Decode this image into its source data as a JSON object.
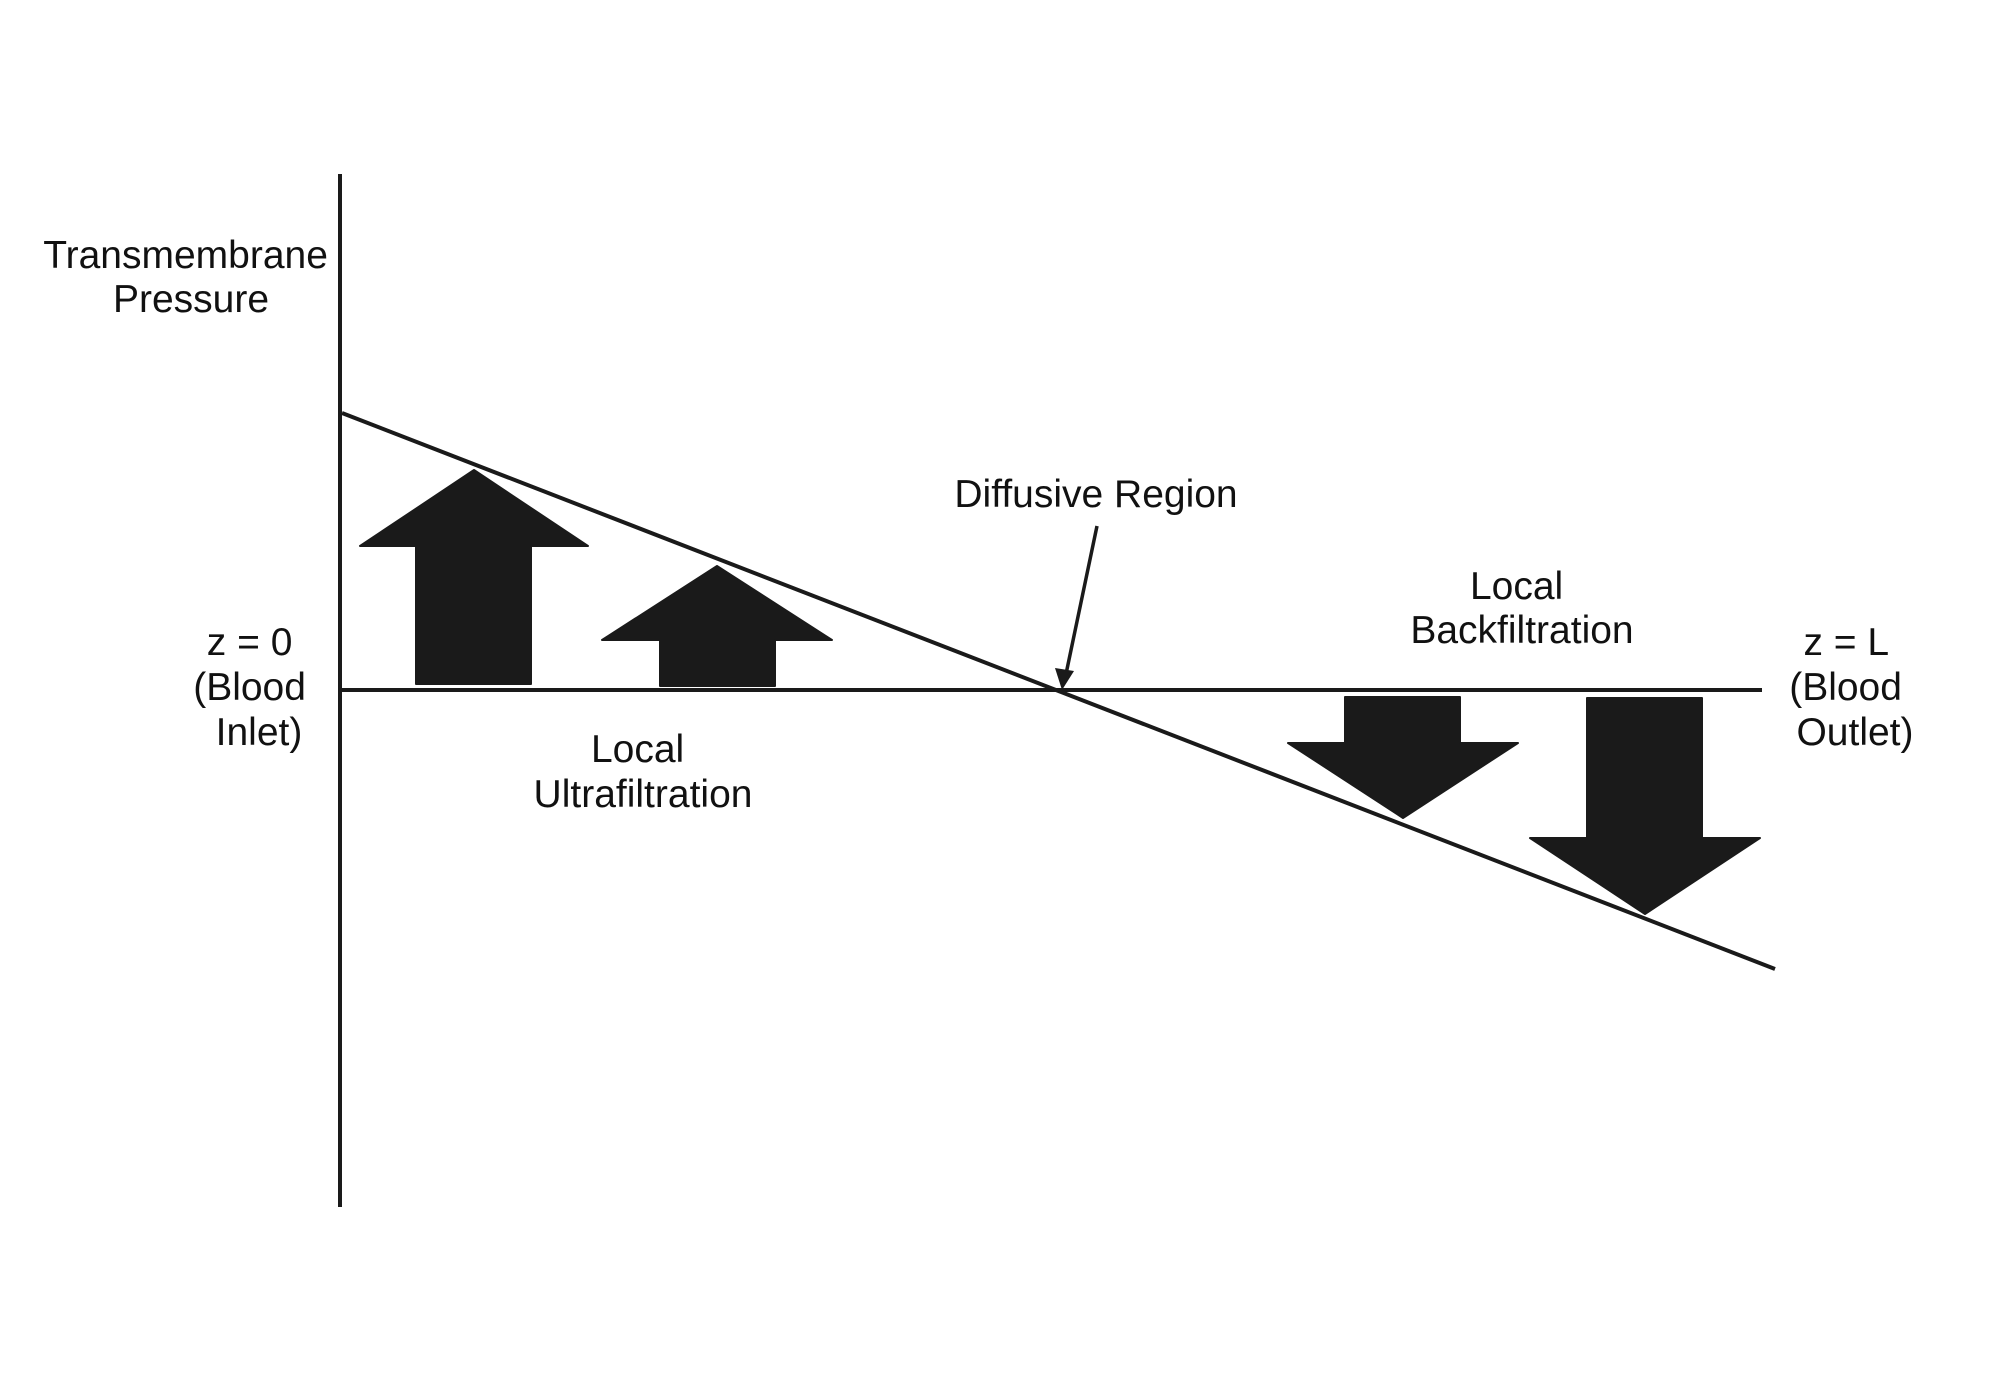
{
  "y_axis_label": [
    "Transmembrane",
    "Pressure"
  ],
  "inlet_label": [
    "z = 0",
    "(Blood",
    "Inlet)"
  ],
  "outlet_label": [
    "z = L",
    "(Blood",
    "Outlet)"
  ],
  "diffusive_label": "Diffusive Region",
  "ultrafiltration_label": [
    "Local",
    "Ultrafiltration"
  ],
  "backfiltration_label": [
    "Local",
    "Backfiltration"
  ],
  "colors": {
    "ink": "#1a1a1a",
    "background": "#ffffff"
  }
}
